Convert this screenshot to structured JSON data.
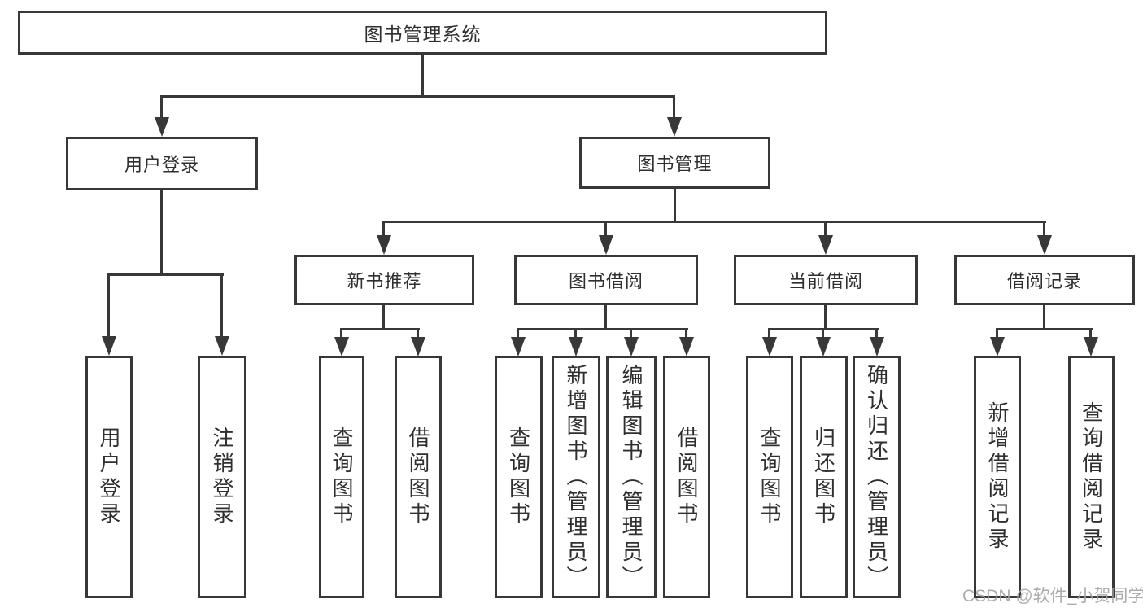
{
  "diagram": {
    "root": {
      "label": "图书管理系统"
    },
    "branches": [
      {
        "label": "用户登录",
        "children": [
          {
            "label": "用户登录"
          },
          {
            "label": "注销登录"
          }
        ]
      },
      {
        "label": "图书管理",
        "children": [
          {
            "label": "新书推荐",
            "children": [
              {
                "label": "查询图书"
              },
              {
                "label": "借阅图书"
              }
            ]
          },
          {
            "label": "图书借阅",
            "children": [
              {
                "label": "查询图书"
              },
              {
                "label": "新增图书（管理员）"
              },
              {
                "label": "编辑图书（管理员）"
              },
              {
                "label": "借阅图书"
              }
            ]
          },
          {
            "label": "当前借阅",
            "children": [
              {
                "label": "查询图书"
              },
              {
                "label": "归还图书"
              },
              {
                "label": "确认归还（管理员）"
              }
            ]
          },
          {
            "label": "借阅记录",
            "children": [
              {
                "label": "新增借阅记录"
              },
              {
                "label": "查询借阅记录"
              }
            ]
          }
        ]
      }
    ]
  },
  "watermark": {
    "text": "CSDN @软件_小贺同学"
  },
  "colors": {
    "line": "#383838",
    "text": "#2f2f2f",
    "background": "#ffffff",
    "watermark": "#a3a3a3"
  }
}
